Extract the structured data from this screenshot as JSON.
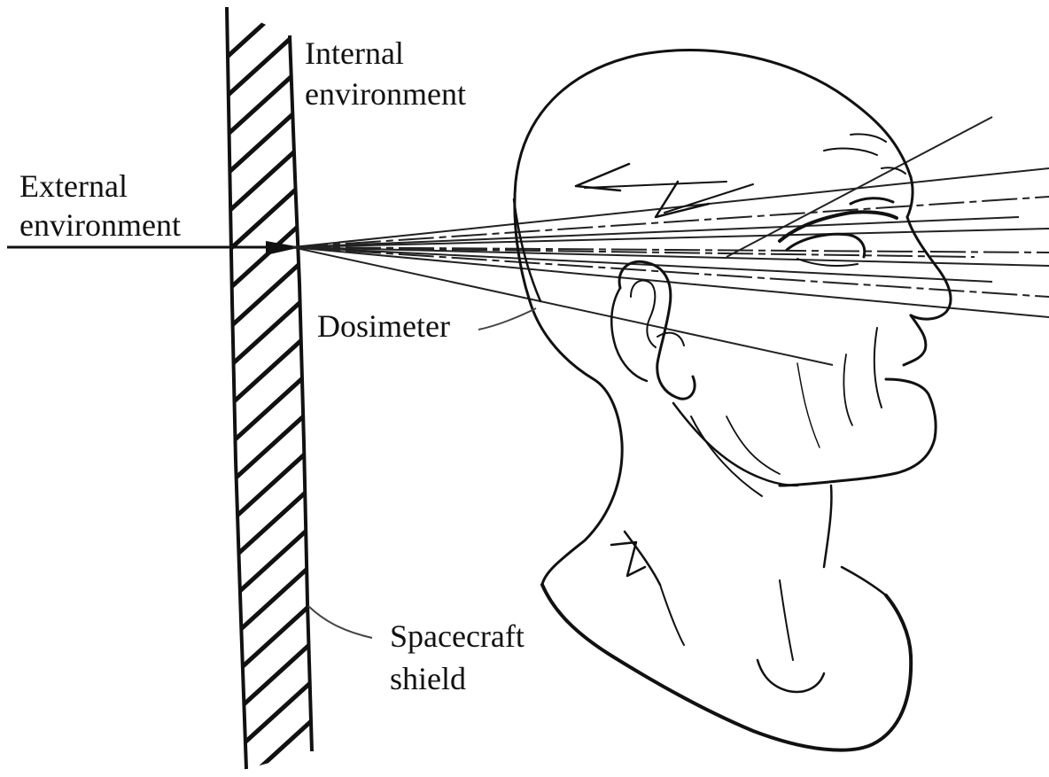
{
  "labels": {
    "internal_line1": "Internal",
    "internal_line2": "environment",
    "external_line1": "External",
    "external_line2": "environment",
    "dosimeter": "Dosimeter",
    "shield_line1": "Spacecraft",
    "shield_line2": "shield"
  },
  "colors": {
    "ink": "#111111",
    "background": "#ffffff"
  },
  "icons": [
    "human-head-illustration",
    "hatched-wall-shield"
  ]
}
